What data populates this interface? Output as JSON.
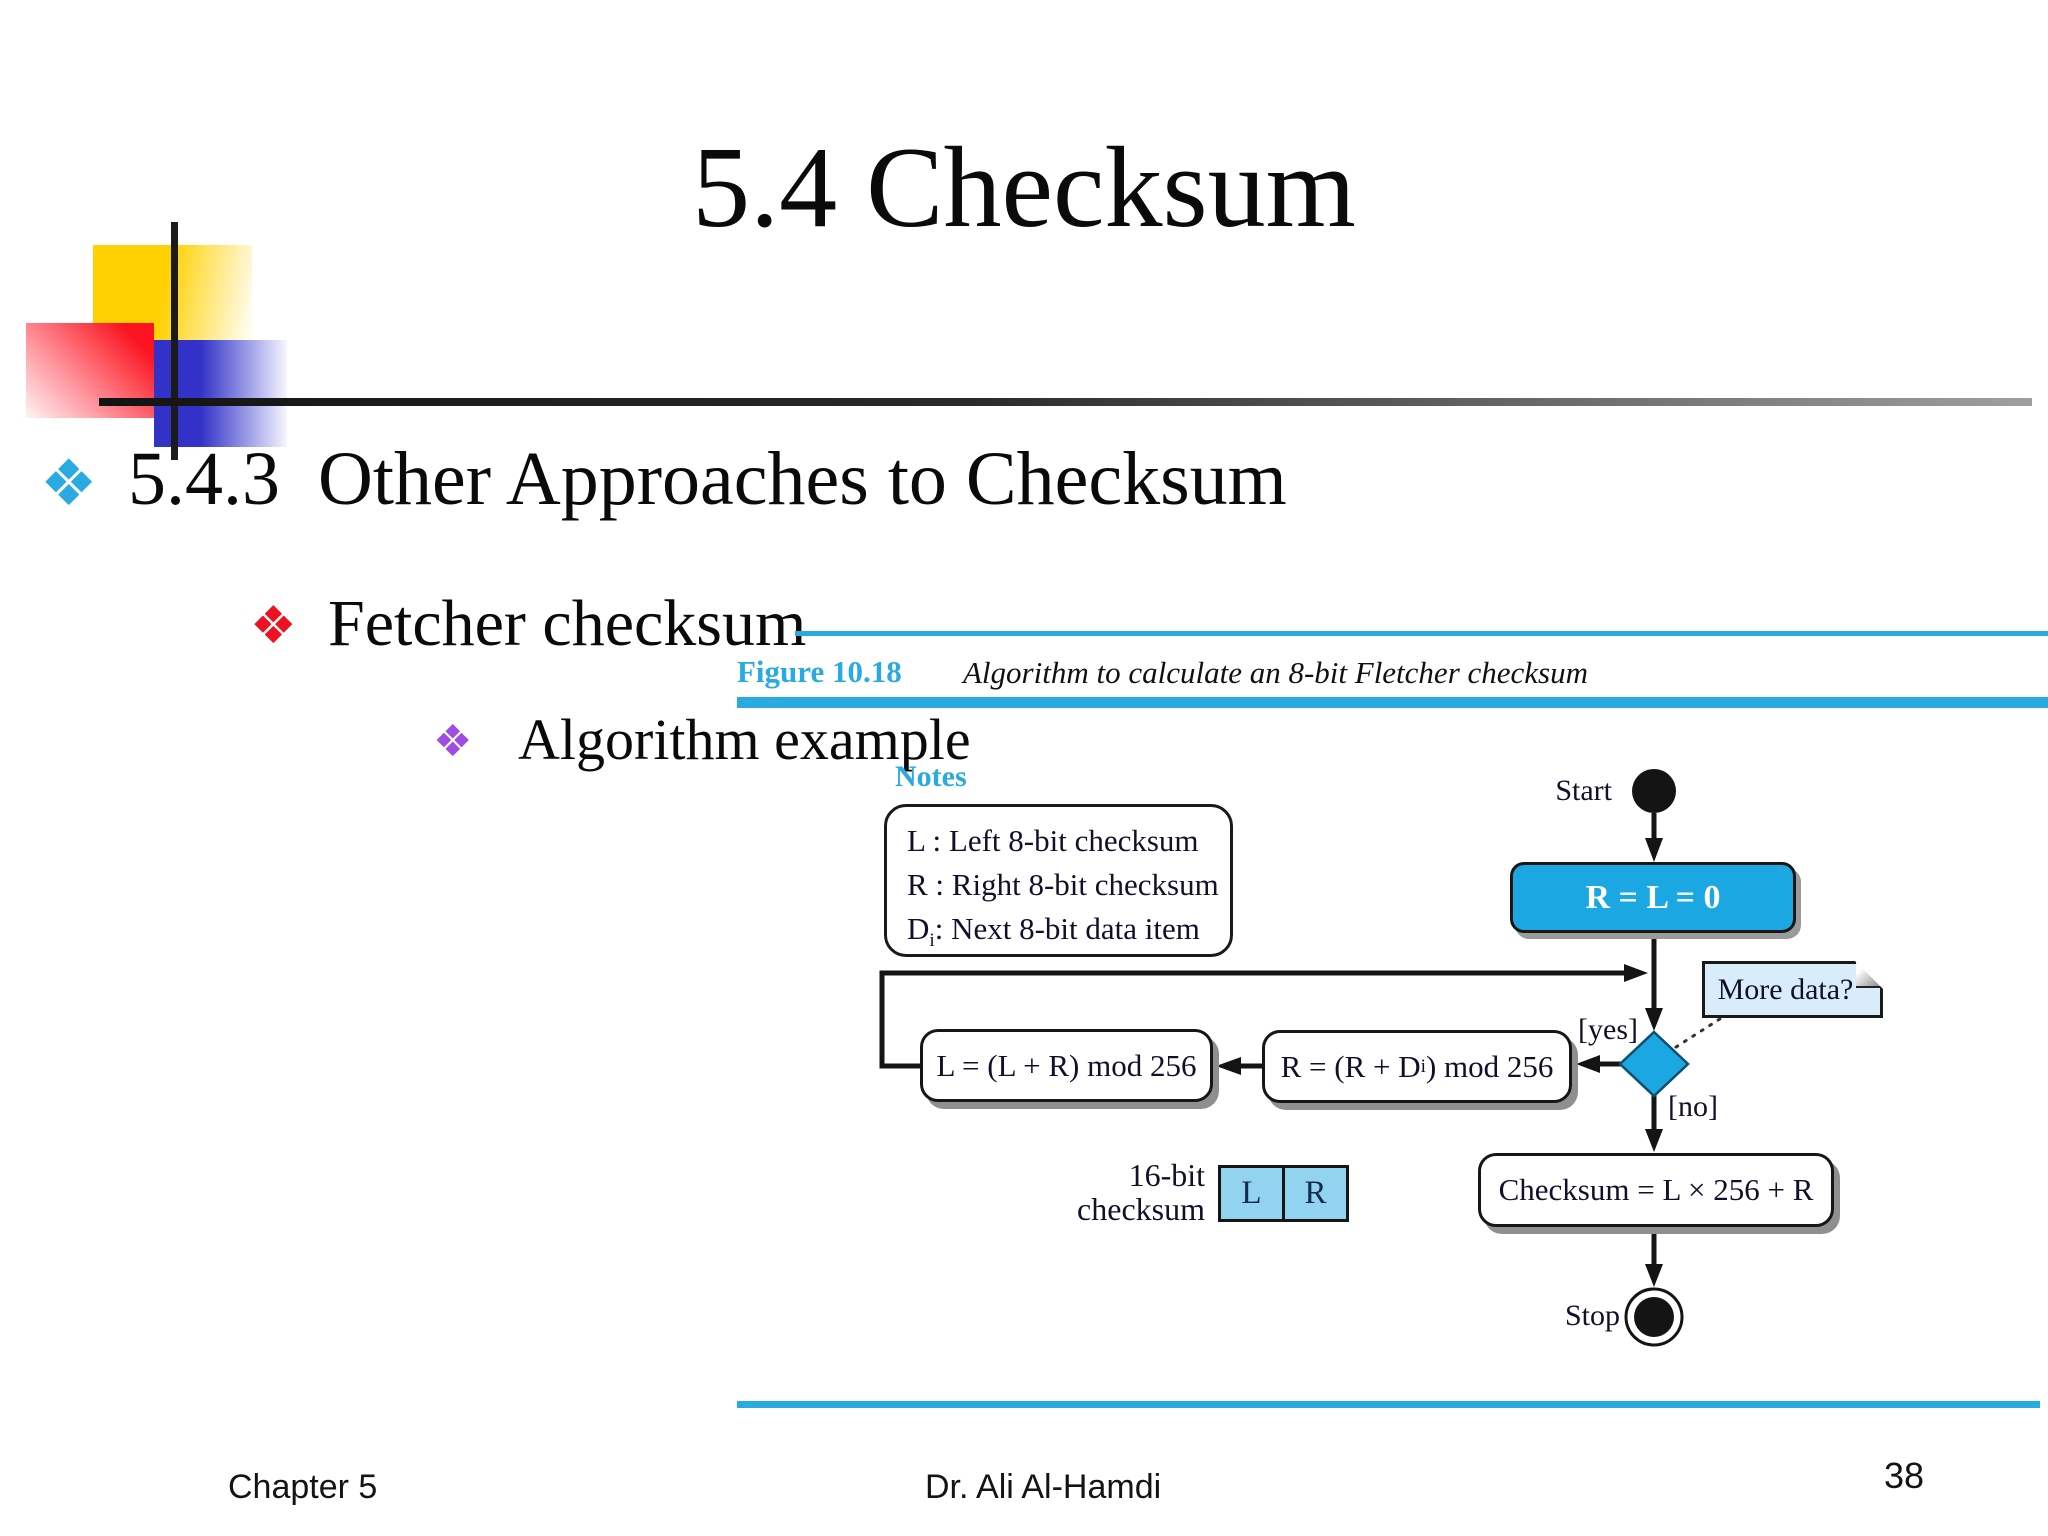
{
  "slide": {
    "title": "5.4 Checksum",
    "bullet_glyph": "❖",
    "bullets": {
      "level1": "5.4.3  Other Approaches to Checksum",
      "level2": "Fetcher checksum",
      "level3": "Algorithm example"
    },
    "footer": {
      "left": "Chapter 5",
      "center": "Dr. Ali Al-Hamdi",
      "page": "38"
    }
  },
  "figure": {
    "caption_label": "Figure 10.18",
    "caption_text": "Algorithm to calculate an 8-bit Fletcher checksum",
    "notes": {
      "heading": "Notes",
      "line1": "L : Left 8-bit checksum",
      "line2": "R : Right 8-bit checksum",
      "line3_pre": "D",
      "line3_sub": "i",
      "line3_post": ": Next 8-bit data item"
    },
    "nodes": {
      "start_label": "Start",
      "init": "R = L = 0",
      "more_data": "More data?",
      "yes_label": "[yes]",
      "no_label": "[no]",
      "l_update": "L = (L + R) mod 256",
      "r_update_pre": "R = (R + D",
      "r_update_sub": "i",
      "r_update_post": ") mod 256",
      "checksum": "Checksum = L × 256 + R",
      "stop_label": "Stop",
      "result_label_line1": "16-bit",
      "result_label_line2": "checksum",
      "cell_left": "L",
      "cell_right": "R"
    },
    "colors": {
      "accent_cyan": "#29abe2",
      "node_fill": "#1ba7e2",
      "note_fill": "#d9ecf9",
      "cell_fill": "#92d4ef",
      "bullet_level1": "#29abe2",
      "bullet_level2": "#ee1122",
      "bullet_level3": "#a04ce0"
    }
  }
}
